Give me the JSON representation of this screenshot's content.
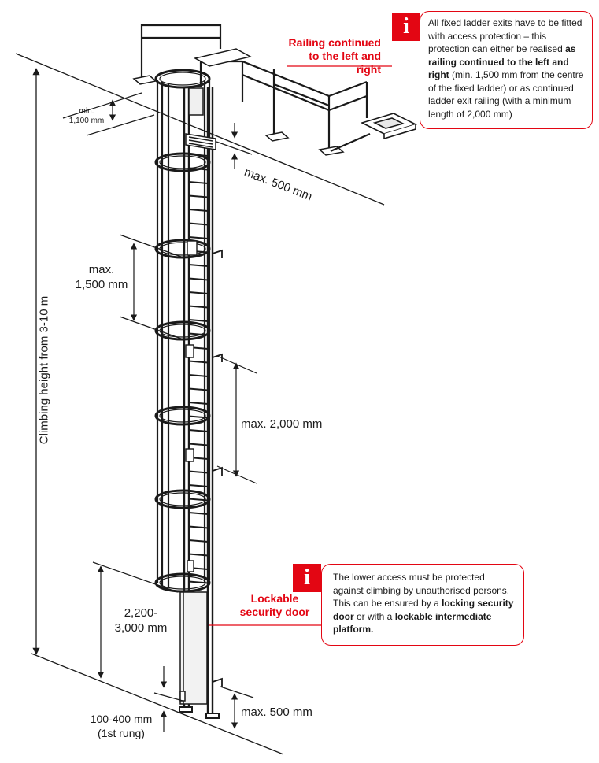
{
  "labels": {
    "railing_continued": [
      "Railing continued",
      "to the left and right"
    ],
    "min_1100": [
      "min.",
      "1,100 mm"
    ],
    "max_500_top": "max. 500 mm",
    "climbing_height": "Climbing height from 3-10 m",
    "max_1500": [
      "max.",
      "1,500 mm"
    ],
    "max_2000": "max. 2,000 mm",
    "lockable_door": [
      "Lockable",
      "security door"
    ],
    "height_2200_3000": [
      "2,200-",
      "3,000 mm"
    ],
    "max_500_bottom": "max. 500 mm",
    "first_rung": [
      "100-400 mm",
      "(1st rung)"
    ]
  },
  "info_top": {
    "icon": "i",
    "text_1": "All fixed ladder exits have to be fitted with access protection – this protection can either be realised ",
    "bold_1": "as railing continued to the left and right",
    "text_2": " (min. 1,500 mm from the centre of the fixed ladder) or as continued ladder exit railing (with a minimum length of 2,000 mm)"
  },
  "info_bottom": {
    "icon": "i",
    "text_1": "The lower access must be protected against climbing by unauthorised persons. This can be ensured by a ",
    "bold_1": "locking security door",
    "text_2": " or with a ",
    "bold_2": "lockable intermediate platform."
  },
  "colors": {
    "accent": "#e30613",
    "line": "#1a1a1a"
  }
}
